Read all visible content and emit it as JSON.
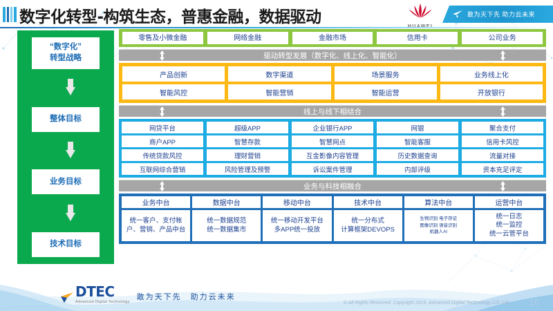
{
  "title": "数字化转型-构筑生态，普惠金融，数据驱动",
  "brand": {
    "huawei_wordmark": "HUAWEI",
    "ribbon_text": "敢为天下先 助力云未来"
  },
  "strategy_column": {
    "items": [
      {
        "label_line1": "“数字化”",
        "label_line2": "转型战略"
      },
      {
        "label_line1": "整体目标",
        "label_line2": ""
      },
      {
        "label_line1": "业务目标",
        "label_line2": ""
      },
      {
        "label_line1": "技术目标",
        "label_line2": ""
      }
    ]
  },
  "channel_band": {
    "items": [
      "零售及小微金融",
      "网络金融",
      "金融市场",
      "信用卡",
      "公司业务"
    ]
  },
  "connectors": {
    "drive": "驱动转型发展（数字化、线上化、智能化）",
    "online": "线上与线下相结合",
    "fusion": "业务与科技相融合"
  },
  "drive_block": {
    "rows": [
      [
        "产品创新",
        "数字渠道",
        "场景服务",
        "业务线上化"
      ],
      [
        "智能风控",
        "智能营销",
        "智能运营",
        "开放银行"
      ]
    ]
  },
  "online_block": {
    "rows": [
      [
        "网贷平台",
        "超级APP",
        "企业银行APP",
        "网银",
        "聚合支付"
      ],
      [
        "商户APP",
        "智慧存款",
        "智慧网点",
        "智能客服",
        "信用卡风控"
      ],
      [
        "传统贷款风控",
        "理财营销",
        "互金影像内容管理",
        "历史数据查询",
        "流量对接"
      ],
      [
        "互联网综合营销",
        "风险管理及预警",
        "诉讼案件管理",
        "内部评级",
        "资本充足评定"
      ]
    ]
  },
  "midend_block": {
    "columns": [
      {
        "head": "业务中台",
        "body": "统一客户、支付帐户、营销、产品中台",
        "dense": false
      },
      {
        "head": "数据中台",
        "body": "统一数据规范\n统一数据集市",
        "dense": false
      },
      {
        "head": "移动中台",
        "body": "统一移动开发平台\n多APP统一投放",
        "dense": false
      },
      {
        "head": "技术中台",
        "body": "统一分布式\n计算框架DEVOPS",
        "dense": false
      },
      {
        "head": "算法中台",
        "body": "生物识别 电子存证\n图像识别 语音识别\n机器人AI",
        "dense": true
      },
      {
        "head": "运营中台",
        "body": "统一日志\n统一监控\n统一云管平台",
        "dense": false
      }
    ]
  },
  "footer": {
    "dtec_word": "DTEC",
    "dtec_sub": "Advanced Digital Technology",
    "dtec_slogan": "敢为天下先　助力云未来",
    "copyright": "© All Rights Reserved. Copyright 2019, Advanced Digital Technology CO.,Ltd",
    "page_number": "10"
  },
  "colors": {
    "green_strategy": "#0ba94d",
    "green_channel": "#8dc63f",
    "orange": "#fcb813",
    "blue_light": "#1cabe3",
    "blue_dark": "#1f6fb8",
    "gray_band": "#a6a6a6",
    "text_blue": "#1b3f8f",
    "huawei_red": "#cf0a2c"
  }
}
